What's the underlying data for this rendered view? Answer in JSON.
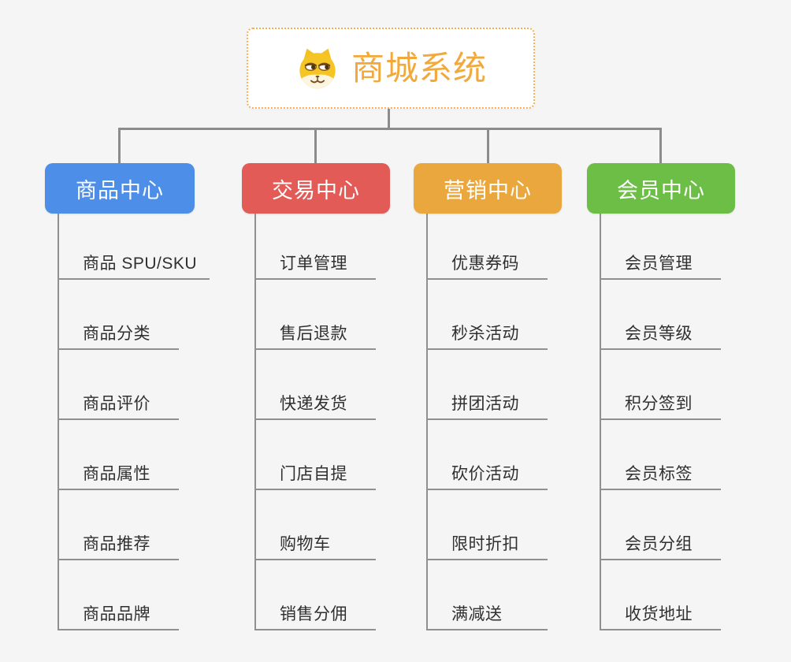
{
  "root": {
    "title": "商城系统",
    "icon": "shiba-dog-icon",
    "accent_color": "#f2a93b",
    "border_color": "#f3ae57"
  },
  "connector_color": "#8c8c8c",
  "branches": [
    {
      "label": "商品中心",
      "color": "#4d8fe8",
      "children": [
        "商品 SPU/SKU",
        "商品分类",
        "商品评价",
        "商品属性",
        "商品推荐",
        "商品品牌"
      ]
    },
    {
      "label": "交易中心",
      "color": "#e25b57",
      "children": [
        "订单管理",
        "售后退款",
        "快递发货",
        "门店自提",
        "购物车",
        "销售分佣"
      ]
    },
    {
      "label": "营销中心",
      "color": "#eaa73e",
      "children": [
        "优惠券码",
        "秒杀活动",
        "拼团活动",
        "砍价活动",
        "限时折扣",
        "满减送"
      ]
    },
    {
      "label": "会员中心",
      "color": "#6dbe46",
      "children": [
        "会员管理",
        "会员等级",
        "积分签到",
        "会员标签",
        "会员分组",
        "收货地址"
      ]
    }
  ]
}
